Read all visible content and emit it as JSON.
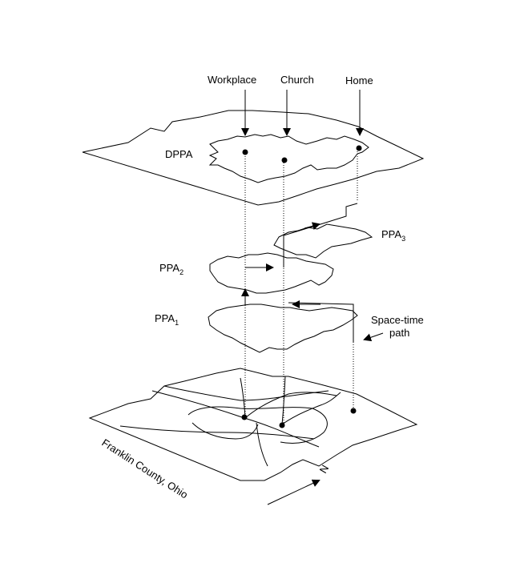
{
  "labels": {
    "workplace": "Workplace",
    "church": "Church",
    "home": "Home",
    "dppa": "DPPA",
    "ppa3_base": "PPA",
    "ppa3_sub": "3",
    "ppa2_base": "PPA",
    "ppa2_sub": "2",
    "ppa1_base": "PPA",
    "ppa1_sub": "1",
    "space_time_line1": "Space-time",
    "space_time_line2": "path",
    "county": "Franklin County, Ohio",
    "north": "N"
  }
}
